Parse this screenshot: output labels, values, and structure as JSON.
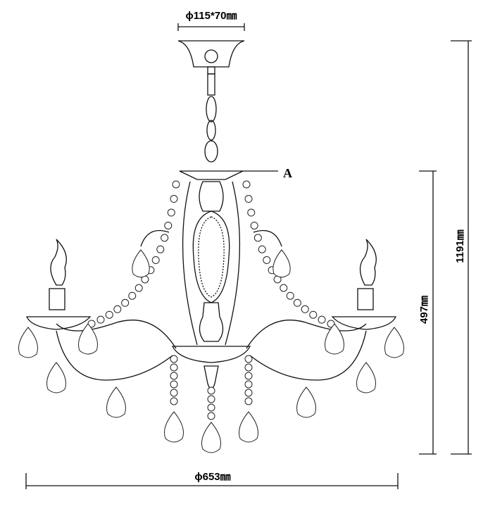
{
  "dimensions": {
    "canopy": "ϕ115*70㎜",
    "total_height": "1191㎜",
    "body_height": "497㎜",
    "diameter": "ϕ653㎜"
  },
  "labels": {
    "part_a": "A"
  }
}
